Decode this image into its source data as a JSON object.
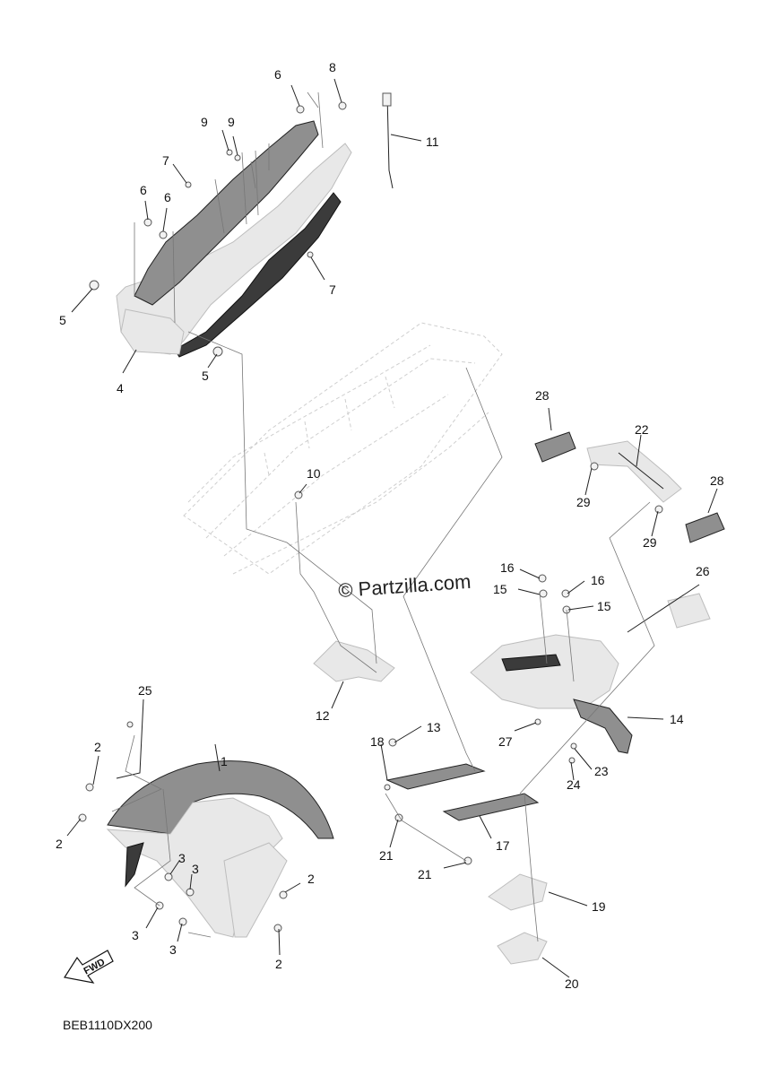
{
  "watermark": "© Partzilla.com",
  "diagram_code": "BEB1110DX200",
  "fwd_label": "FWD",
  "callouts": [
    "1",
    "2",
    "2",
    "2",
    "2",
    "3",
    "3",
    "3",
    "3",
    "4",
    "5",
    "5",
    "6",
    "6",
    "6",
    "7",
    "7",
    "8",
    "9",
    "9",
    "10",
    "11",
    "12",
    "13",
    "14",
    "15",
    "15",
    "16",
    "16",
    "17",
    "18",
    "19",
    "20",
    "21",
    "21",
    "22",
    "23",
    "24",
    "25",
    "26",
    "27",
    "28",
    "28",
    "29",
    "29"
  ]
}
